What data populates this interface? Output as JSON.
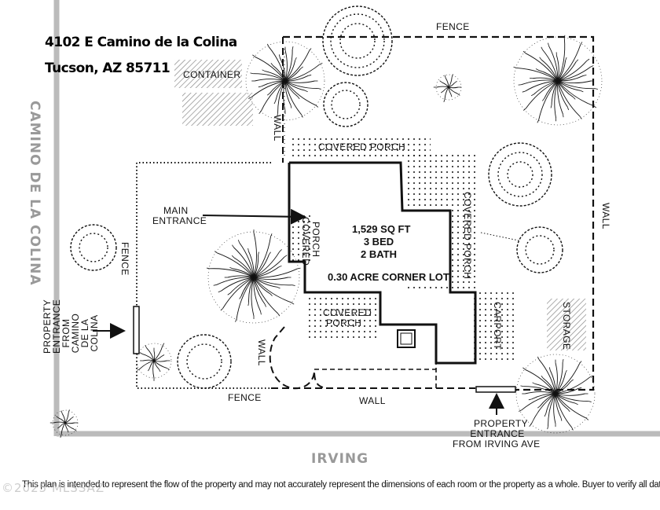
{
  "address": {
    "line1": "4102 E Camino de la Colina",
    "line2": "Tucson, AZ 85711"
  },
  "streets": {
    "west": "CAMINO DE LA COLINA",
    "south": "IRVING"
  },
  "house": {
    "sqft": "1,529 SQ FT",
    "beds": "3 BED",
    "baths": "2 BATH",
    "lot": "0.30 ACRE CORNER LOT"
  },
  "labels": {
    "container": "CONTAINER",
    "fence_top": "FENCE",
    "fence_left": "FENCE",
    "fence_bottom": "FENCE",
    "wall_tree": "WALL",
    "wall_right": "WALL",
    "wall_left_bottom": "WALL",
    "wall_bottom": "WALL",
    "covered_porch_top": "COVERED PORCH",
    "covered_porch_left_1": "COVERED",
    "covered_porch_left_2": "PORCH",
    "covered_porch_right": "COVERED  PORCH",
    "covered_porch_bottom_1": "COVERED",
    "covered_porch_bottom_2": "PORCH",
    "carport": "CARPORT",
    "storage": "STORAGE",
    "main_entrance_1": "MAIN",
    "main_entrance_2": "ENTRANCE",
    "property_entrance_west": "PROPERTY ENTRANCE FROM CAMINO DE LA COLINA",
    "property_entrance_south_1": "PROPERTY",
    "property_entrance_south_2": "ENTRANCE",
    "property_entrance_south_3": "FROM IRVING AVE"
  },
  "disclaimer": "This plan is intended to represent the flow of the property and may not accurately represent the dimensions of each room or the property as a whole. Buyer to verify all data.",
  "copyright": "©2025 MLSSAZ",
  "colors": {
    "line": "#111111",
    "street": "#bbbbbb",
    "street_text": "#999999",
    "hatch": "#888888"
  }
}
